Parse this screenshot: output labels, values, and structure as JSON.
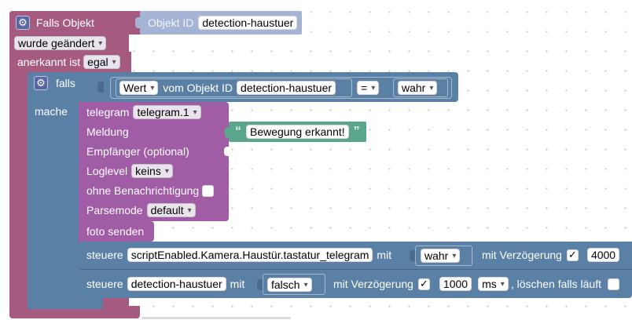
{
  "colors": {
    "event_block": "#a55b80",
    "if_block": "#5b80a5",
    "telegram_block": "#a05ca5",
    "value_block": "#5ba58c",
    "id_block": "#a5b4d4"
  },
  "event_block": {
    "title": "Falls Objekt",
    "object_id_label": "Objekt ID",
    "object_id_value": "detection-haustuer",
    "change_dropdown": "wurde geändert",
    "ack_label": "anerkannt ist",
    "ack_dropdown": "egal"
  },
  "if_block": {
    "if_label": "falls",
    "do_label": "mache",
    "value_dropdown": "Wert",
    "from_object_label": "vom Objekt ID",
    "object_id_value": "detection-haustuer",
    "operator": "=",
    "compare_value": "wahr"
  },
  "telegram_block": {
    "label": "telegram",
    "instance": "telegram.1",
    "message_label": "Meldung",
    "message_value": "Bewegung erkannt!",
    "quote_open": "“",
    "quote_close": "”",
    "recipient_label": "Empfänger (optional)",
    "loglevel_label": "Loglevel",
    "loglevel_value": "keins",
    "silent_label": "ohne Benachrichtigung",
    "parsemode_label": "Parsemode",
    "parsemode_value": "default"
  },
  "photo_block": {
    "label": "foto senden"
  },
  "control_block_1": {
    "label": "steuere",
    "target": "scriptEnabled.Kamera.Haustür.tastatur_telegram",
    "with_label": "mit",
    "value": "wahr",
    "delay_label": "mit Verzögerung",
    "delay_checked": "✓",
    "delay_value": "4000"
  },
  "control_block_2": {
    "label": "steuere",
    "target": "detection-haustuer",
    "with_label": "mit",
    "value": "falsch",
    "delay_label": "mit Verzögerung",
    "delay_checked": "✓",
    "delay_value": "1000",
    "unit": "ms",
    "clear_label": ", löschen falls läuft"
  },
  "icons": {
    "event_icon": "gear-icon",
    "if_icon": "gear-icon"
  }
}
